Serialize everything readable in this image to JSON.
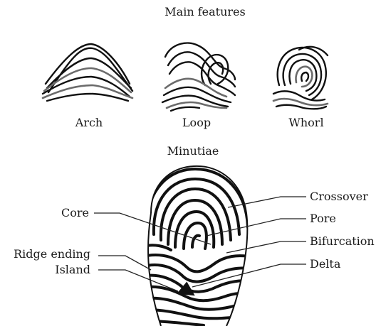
{
  "sections": {
    "main_features": "Main features",
    "minutiae": "Minutiae"
  },
  "patterns": [
    {
      "label": "Arch",
      "icon": "arch-pattern"
    },
    {
      "label": "Loop",
      "icon": "loop-pattern"
    },
    {
      "label": "Whorl",
      "icon": "whorl-pattern"
    }
  ],
  "minutiae_left": [
    "Core",
    "Ridge ending",
    "Island"
  ],
  "minutiae_right": [
    "Crossover",
    "Pore",
    "Bifurcation",
    "Delta"
  ]
}
